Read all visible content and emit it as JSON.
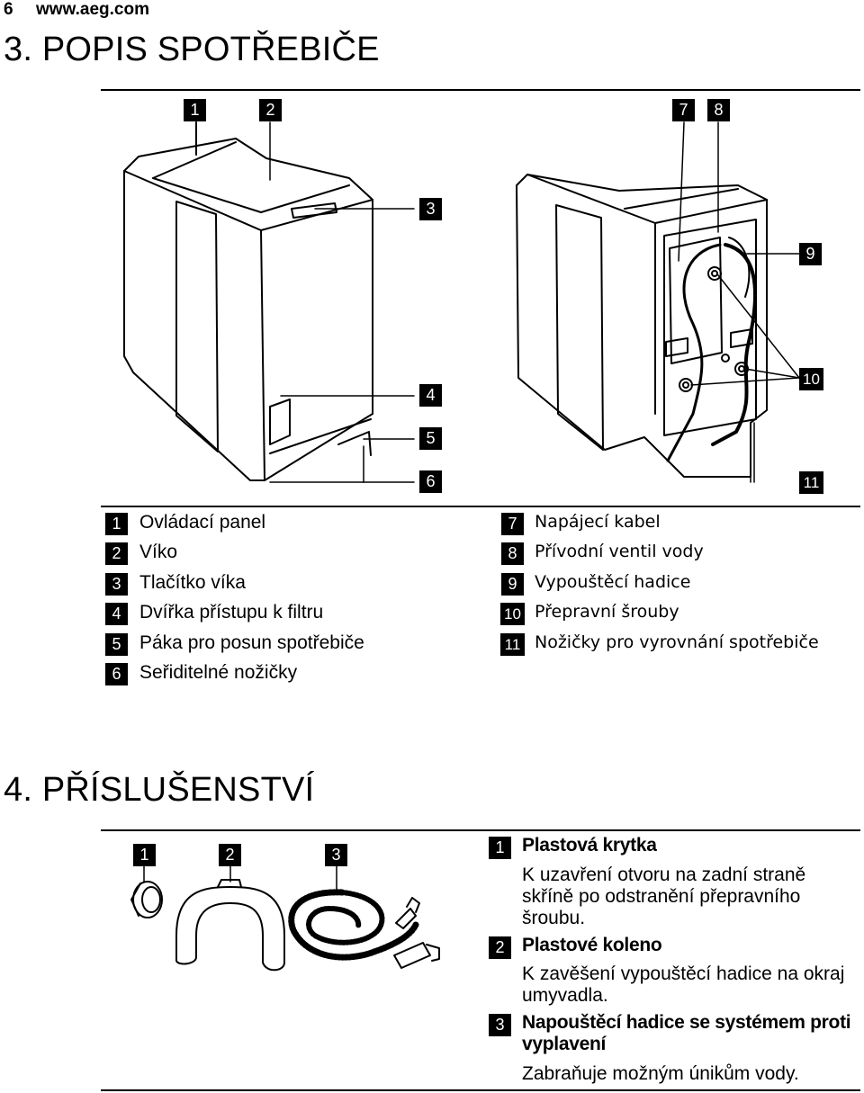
{
  "header": {
    "page_number": "6",
    "website": "www.aeg.com"
  },
  "section3": {
    "title": "3. POPIS SPOTŘEBIČE",
    "callouts": [
      "1",
      "2",
      "3",
      "4",
      "5",
      "6",
      "7",
      "8",
      "9",
      "10",
      "11"
    ],
    "legend_left": [
      {
        "num": "1",
        "label": "Ovládací panel"
      },
      {
        "num": "2",
        "label": "Víko"
      },
      {
        "num": "3",
        "label": "Tlačítko víka"
      },
      {
        "num": "4",
        "label": "Dvířka přístupu k filtru"
      },
      {
        "num": "5",
        "label": "Páka pro posun spotřebiče"
      },
      {
        "num": "6",
        "label": "Seřiditelné nožičky"
      }
    ],
    "legend_right": [
      {
        "num": "7",
        "label": "Napájecí kabel"
      },
      {
        "num": "8",
        "label": "Přívodní ventil vody"
      },
      {
        "num": "9",
        "label": "Vypouštěcí hadice"
      },
      {
        "num": "10",
        "label": "Přepravní šrouby"
      },
      {
        "num": "11",
        "label": "Nožičky pro vyrovnání spotřebiče"
      }
    ]
  },
  "section4": {
    "title": "4. PŘÍSLUŠENSTVÍ",
    "callouts": [
      "1",
      "2",
      "3"
    ],
    "items": [
      {
        "num": "1",
        "title": "Plastová krytka",
        "description": "K uzavření otvoru na zadní straně skříně po odstranění přepravního šroubu."
      },
      {
        "num": "2",
        "title": "Plastové koleno",
        "description": "K zavěšení vypouštěcí hadice na okraj umyvadla."
      },
      {
        "num": "3",
        "title": "Napouštěcí hadice se systémem proti vyplavení",
        "description": "Zabraňuje možným únikům vody."
      }
    ]
  }
}
